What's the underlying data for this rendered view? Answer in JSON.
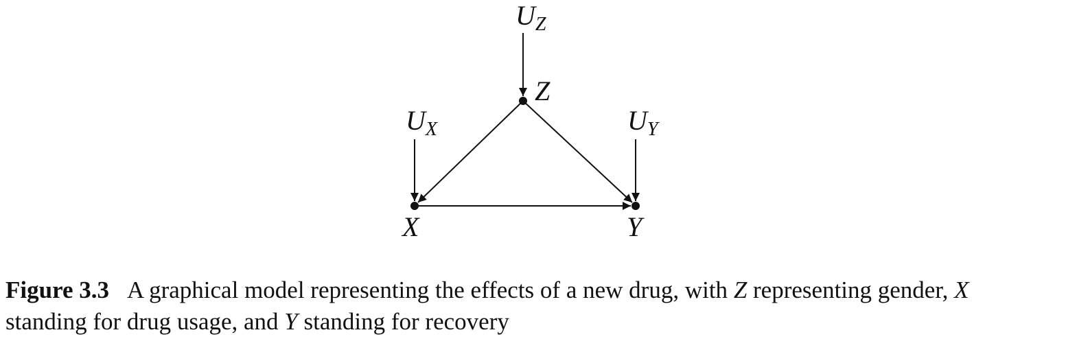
{
  "diagram": {
    "nodes": {
      "z": "Z",
      "x": "X",
      "y": "Y"
    },
    "exogenous": {
      "uz": {
        "main": "U",
        "sub": "Z"
      },
      "ux": {
        "main": "U",
        "sub": "X"
      },
      "uy": {
        "main": "U",
        "sub": "Y"
      }
    },
    "edges": [
      {
        "from": "UZ",
        "to": "Z"
      },
      {
        "from": "UX",
        "to": "X"
      },
      {
        "from": "UY",
        "to": "Y"
      },
      {
        "from": "Z",
        "to": "X"
      },
      {
        "from": "Z",
        "to": "Y"
      },
      {
        "from": "X",
        "to": "Y"
      }
    ]
  },
  "caption": {
    "label": "Figure 3.3",
    "line1_a": "A graphical model representing the effects of a new drug, with ",
    "var_z": "Z",
    "line1_b": " representing gender, ",
    "var_x": "X",
    "line2_a": "standing for drug usage, and ",
    "var_y": "Y",
    "line2_b": " standing for recovery"
  }
}
